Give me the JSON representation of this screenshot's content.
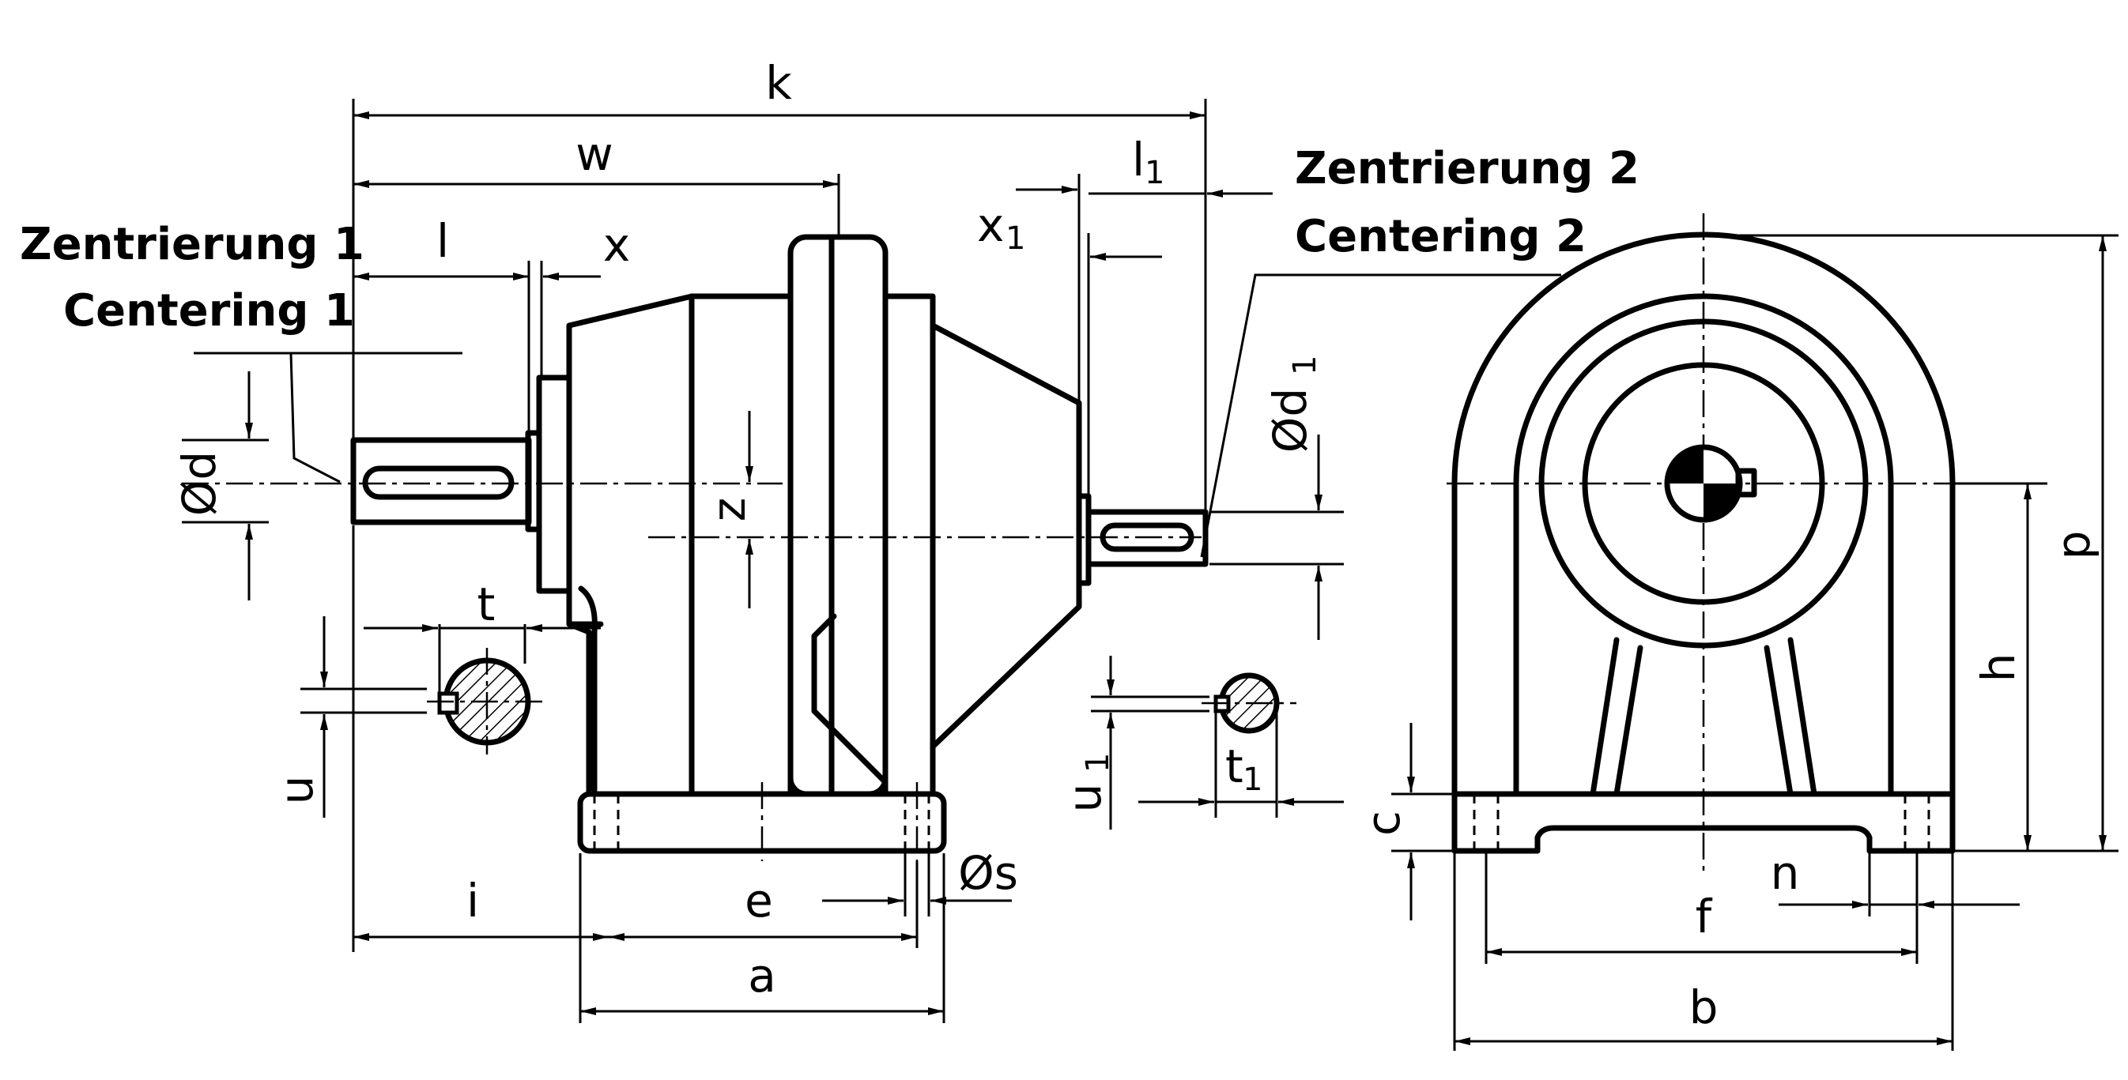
{
  "callouts": {
    "centering1": {
      "line1": "Zentrierung 1",
      "line2": "Centering 1"
    },
    "centering2": {
      "line1": "Zentrierung 2",
      "line2": "Centering 2"
    }
  },
  "dims": {
    "k": {
      "main": "k"
    },
    "w": {
      "main": "w"
    },
    "l": {
      "main": "l"
    },
    "x": {
      "main": "x"
    },
    "l1": {
      "main": "l",
      "sub": "1"
    },
    "x1": {
      "main": "x",
      "sub": "1"
    },
    "d": {
      "main": "Ød"
    },
    "z": {
      "main": "z"
    },
    "t": {
      "main": "t"
    },
    "u": {
      "main": "u"
    },
    "d1": {
      "main": "Ød",
      "sub": "1"
    },
    "u1": {
      "main": "u",
      "sub": "1"
    },
    "t1": {
      "main": "t",
      "sub": "1"
    },
    "i": {
      "main": "i"
    },
    "e": {
      "main": "e"
    },
    "a": {
      "main": "a"
    },
    "s": {
      "main": "Øs"
    },
    "c": {
      "main": "c"
    },
    "n": {
      "main": "n"
    },
    "f": {
      "main": "f"
    },
    "b": {
      "main": "b"
    },
    "h": {
      "main": "h"
    },
    "p": {
      "main": "p"
    }
  },
  "icons": {
    "arrowhead": "arrowhead-icon",
    "section_hatch": "hatch-pattern"
  },
  "colors": {
    "line": "#000000",
    "background": "#ffffff"
  }
}
